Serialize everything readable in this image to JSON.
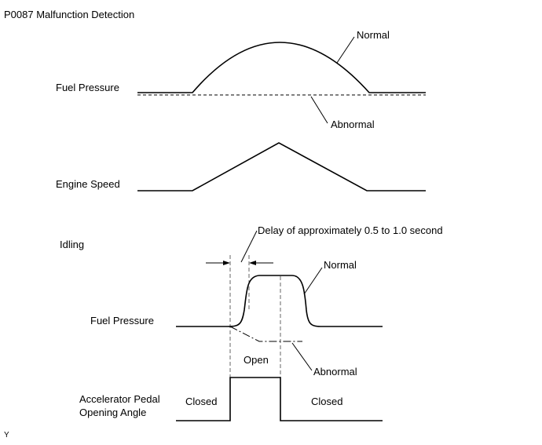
{
  "title": "P0087 Malfunction Detection",
  "top_graph": {
    "fuel_pressure_label": "Fuel Pressure",
    "normal_label": "Normal",
    "abnormal_label": "Abnormal",
    "engine_speed_label": "Engine Speed"
  },
  "bottom_graph": {
    "idling_label": "Idling",
    "delay_label": "Delay of approximately 0.5 to 1.0 second",
    "fuel_pressure_label": "Fuel Pressure",
    "normal_label": "Normal",
    "abnormal_label": "Abnormal",
    "open_label": "Open",
    "pedal_label_line1": "Accelerator Pedal",
    "pedal_label_line2": "Opening Angle",
    "closed_left_label": "Closed",
    "closed_right_label": "Closed"
  },
  "corner_mark": "Y"
}
